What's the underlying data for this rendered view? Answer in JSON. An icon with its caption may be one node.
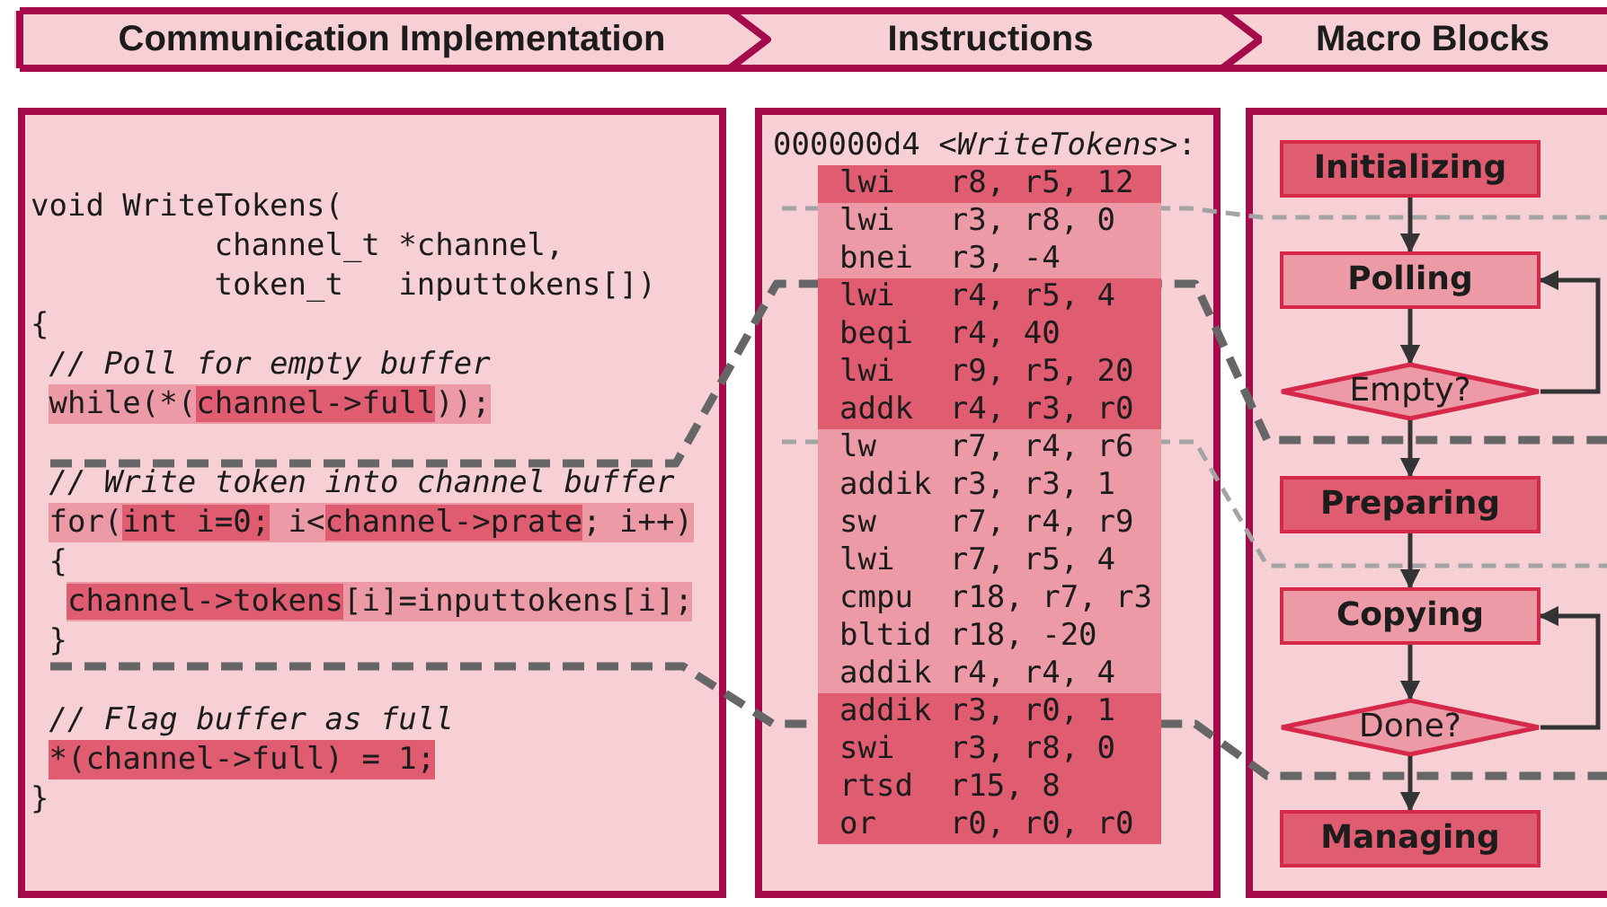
{
  "diagram": {
    "nodes": [
      {
        "text": [
          "Communication Implementation"
        ]
      },
      {
        "text": [
          "Instructions"
        ]
      },
      {
        "text": [
          "Macro Blocks"
        ]
      },
      {
        "text": [
          "void WriteTokens(",
          "channel_t *channel,",
          "token_t   inputtokens[])",
          "{",
          "// Poll for empty buffer",
          "while(*(channel->full));",
          "// Write token into channel buffer",
          "for(int i=0; i<channel->prate; i++)",
          "{",
          "channel->tokens[i]=inputtokens[i];",
          "}",
          "// Flag buffer as full",
          "*(channel->full) = 1;",
          "}"
        ]
      },
      {
        "text": [
          "000000d4 *<WriteTokens>*:",
          "lwi   r8, r5, 12",
          "lwi   r3, r8, 0",
          "bnei  r3, -4",
          "lwi   r4, r5, 4",
          "beqi  r4, 40",
          "lwi   r9, r5, 20",
          "addk  r4, r3, r0",
          "lw    r7, r4, r6",
          "addik r3, r3, 1",
          "sw    r7, r4, r9",
          "lwi   r7, r5, 4",
          "cmpu  r18, r7, r3",
          "bltid r18, -20",
          "addik r4, r4, 4",
          "addik r3, r0, 1",
          "swi   r3, r8, 0",
          "rtsd  r15, 8",
          "or    r0, r0, r0"
        ]
      },
      {
        "text": [],
        "shape": "box"
      },
      {
        "text": [
          "Initializing"
        ],
        "in": 5
      },
      {
        "text": [
          "Polling"
        ],
        "in": 5
      },
      {
        "text": [
          "Empty?"
        ],
        "in": 5
      },
      {
        "text": [
          "Preparing"
        ],
        "in": 5
      },
      {
        "text": [
          "Copying"
        ],
        "in": 5
      },
      {
        "text": [
          "Done?"
        ],
        "in": 5
      },
      {
        "text": [
          "Managing"
        ],
        "in": 5
      }
    ],
    "edges": [
      {
        "from": 6,
        "to": 7,
        "arrow": "to"
      },
      {
        "from": 7,
        "to": 8,
        "arrow": "to"
      },
      {
        "from": 8,
        "to": 7,
        "arrow": "to"
      },
      {
        "from": 8,
        "to": 9,
        "arrow": "to"
      },
      {
        "from": 9,
        "to": 10,
        "arrow": "to"
      },
      {
        "from": 10,
        "to": 11,
        "arrow": "to"
      },
      {
        "from": 11,
        "to": 10,
        "arrow": "to"
      },
      {
        "from": 11,
        "to": 12,
        "arrow": "to"
      }
    ]
  }
}
